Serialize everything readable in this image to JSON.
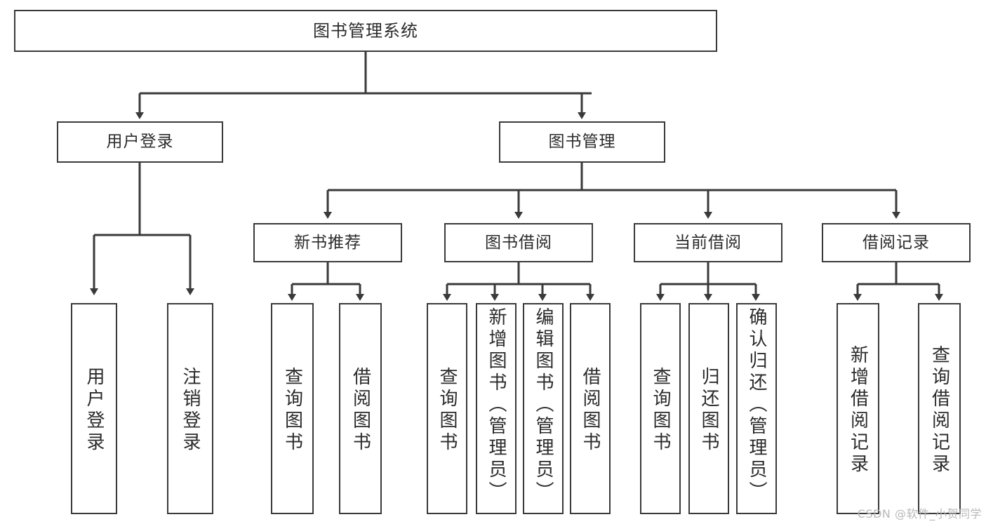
{
  "diagram": {
    "type": "tree-hierarchy-diagram",
    "title": "图书管理系统",
    "root": {
      "id": "root",
      "label": "图书管理系统"
    },
    "level2": [
      {
        "id": "user-login",
        "label": "用户登录"
      },
      {
        "id": "book-management",
        "label": "图书管理"
      }
    ],
    "level3": [
      {
        "id": "new-book-recommend",
        "label": "新书推荐",
        "parent": "book-management"
      },
      {
        "id": "book-borrow",
        "label": "图书借阅",
        "parent": "book-management"
      },
      {
        "id": "current-borrow",
        "label": "当前借阅",
        "parent": "book-management"
      },
      {
        "id": "borrow-record",
        "label": "借阅记录",
        "parent": "book-management"
      }
    ],
    "leaves": [
      {
        "id": "leaf-user-login",
        "label": "用户登录",
        "parent": "user-login"
      },
      {
        "id": "leaf-user-logout",
        "label": "注销登录",
        "parent": "user-login"
      },
      {
        "id": "leaf-query-book-1",
        "label": "查询图书",
        "parent": "new-book-recommend"
      },
      {
        "id": "leaf-borrow-book-1",
        "label": "借阅图书",
        "parent": "new-book-recommend"
      },
      {
        "id": "leaf-query-book-2",
        "label": "查询图书",
        "parent": "book-borrow"
      },
      {
        "id": "leaf-add-book",
        "label": "新增图书（管理员）",
        "parent": "book-borrow"
      },
      {
        "id": "leaf-edit-book",
        "label": "编辑图书（管理员）",
        "parent": "book-borrow"
      },
      {
        "id": "leaf-borrow-book-2",
        "label": "借阅图书",
        "parent": "book-borrow"
      },
      {
        "id": "leaf-query-book-3",
        "label": "查询图书",
        "parent": "current-borrow"
      },
      {
        "id": "leaf-return-book",
        "label": "归还图书",
        "parent": "current-borrow"
      },
      {
        "id": "leaf-confirm-return",
        "label": "确认归还（管理员）",
        "parent": "current-borrow"
      },
      {
        "id": "leaf-add-record",
        "label": "新增借阅记录",
        "parent": "borrow-record"
      },
      {
        "id": "leaf-query-record",
        "label": "查询借阅记录",
        "parent": "borrow-record"
      }
    ],
    "colors": {
      "stroke": "#3a3a3a",
      "fill": "#ffffff",
      "text": "#2b2b2b",
      "watermark": "#b9b9b9"
    }
  },
  "watermark": {
    "text": "CSDN @软件_小贺同学"
  }
}
